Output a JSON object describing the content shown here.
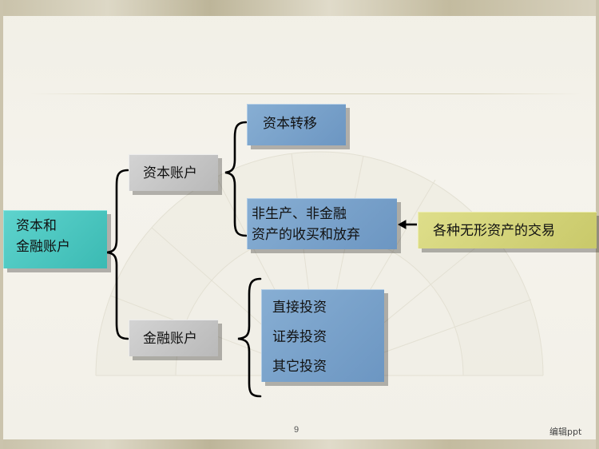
{
  "diagram": {
    "root": {
      "line1": "资本和",
      "line2": "金融账户"
    },
    "capital_account": "资本账户",
    "financial_account": "金融账户",
    "capital_transfer": "资本转移",
    "nonproduced": {
      "line1": "非生产、非金融",
      "line2": "资产的收买和放弃"
    },
    "investments": [
      "直接投资",
      "证券投资",
      "其它投资"
    ],
    "intangible": "各种无形资产的交易"
  },
  "footer": {
    "page_number": "9",
    "note": "编辑ppt"
  },
  "colors": {
    "teal": "#3bbab3",
    "gray": "#c4c4c4",
    "blue": "#779fc8",
    "olive": "#d4d47a",
    "connector": "#000000"
  }
}
